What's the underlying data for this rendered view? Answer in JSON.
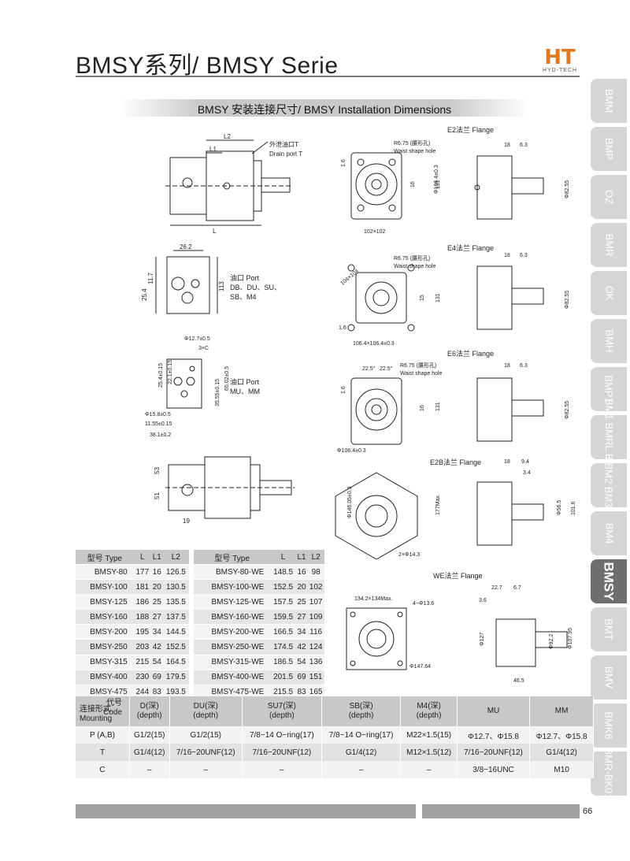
{
  "header": {
    "title": "BMSY系列/ BMSY Serie",
    "logo_text": "HT",
    "logo_sub": "HYD-TECH"
  },
  "section_title": "BMSY 安装连接尺寸/ BMSY Installation Dimensions",
  "tabs": [
    "BMM",
    "BMP",
    "OZ",
    "BMR",
    "OK",
    "BMH",
    "BMP1",
    "BM1 BMRL BYM",
    "BM2 BM3",
    "BM4",
    "BMSY",
    "BMT",
    "BMV",
    "BMK6",
    "BMR-BK01"
  ],
  "active_tab": "BMSY",
  "drawings": {
    "main_view": {
      "l2": "L2",
      "l1": "L1",
      "l": "L",
      "drain_cn": "外泄油口T",
      "drain_en": "Drain port T"
    },
    "port_view1": {
      "d1": "26.2",
      "d2": "11.7",
      "d3": "25.4",
      "d4": "113",
      "label": "油口 Port",
      "types": "DB、DU、SU、",
      "types2": "SB、M4"
    },
    "port_view2": {
      "d1": "Φ12.7±0.5",
      "d2": "3×C",
      "d3": "25.4±0.15",
      "d4": "22.1±0.15",
      "d5": "35.55±0.15",
      "d6": "65.02±0.5",
      "d7": "Φ15.8±0.5",
      "d8": "11.55±0.15",
      "d9": "38.1±0.2",
      "label": "油口 Port",
      "types": "MU、MM"
    },
    "side_view": {
      "d1": "53",
      "d2": "51",
      "d3": "19"
    },
    "e2": {
      "title": "E2法兰 Flange",
      "r": "R6.75 (腰形孔)",
      "waist": "Waist shape hole",
      "d1": "1.6",
      "d2": "16",
      "d3": "Φ106.4±0.3",
      "d4": "131",
      "d5": "102×102",
      "s1": "18",
      "s2": "6.3",
      "s3": "Φ82.55"
    },
    "e4": {
      "title": "E4法兰 Flange",
      "r": "R6.75 (腰形孔)",
      "waist": "Waist shape hole",
      "d1": "104×104",
      "d2": "15",
      "d3": "131",
      "d4": "1.6",
      "d5": "106.4×106.4±0.3",
      "s1": "18",
      "s2": "6.3",
      "s3": "Φ82.55"
    },
    "e6": {
      "title": "E6法兰 Flange",
      "r": "R6.75 (腰形孔)",
      "waist": "Waist shape hole",
      "a1": "22.5°",
      "a2": "22.5°",
      "d1": "1.6",
      "d2": "16",
      "d3": "131",
      "d4": "Φ106.4±0.3",
      "s1": "18",
      "s2": "6.3",
      "s3": "Φ82.55"
    },
    "e2b": {
      "title": "E2B法兰 Flange",
      "d1": "Φ146.05±0.3",
      "d2": "177Max.",
      "d3": "2×Φ14.3",
      "s1": "18",
      "s2": "9.4",
      "s3": "3.4",
      "s4": "Φ56.5",
      "s5": "101.6"
    },
    "we": {
      "title": "WE法兰 Flange",
      "d1": "134.2×134Max.",
      "d2": "4−Φ13.6",
      "d3": "Φ147.64",
      "s1": "22.7",
      "s2": "6.7",
      "s3": "3.6",
      "s4": "Φ127",
      "s5": "Φ92.2",
      "s6": "Φ107.95",
      "s7": "46.5"
    }
  },
  "table_left": {
    "headers": [
      "型号 Type",
      "L",
      "L1",
      "L2"
    ],
    "rows": [
      [
        "BMSY-80",
        "177",
        "16",
        "126.5"
      ],
      [
        "BMSY-100",
        "181",
        "20",
        "130.5"
      ],
      [
        "BMSY-125",
        "186",
        "25",
        "135.5"
      ],
      [
        "BMSY-160",
        "188",
        "27",
        "137.5"
      ],
      [
        "BMSY-200",
        "195",
        "34",
        "144.5"
      ],
      [
        "BMSY-250",
        "203",
        "42",
        "152.5"
      ],
      [
        "BMSY-315",
        "215",
        "54",
        "164.5"
      ],
      [
        "BMSY-400",
        "230",
        "69",
        "179.5"
      ],
      [
        "BMSY-475",
        "244",
        "83",
        "193.5"
      ]
    ]
  },
  "table_right": {
    "headers": [
      "型号 Type",
      "L",
      "L1",
      "L2"
    ],
    "rows": [
      [
        "BMSY-80-WE",
        "148.5",
        "16",
        "98"
      ],
      [
        "BMSY-100-WE",
        "152.5",
        "20",
        "102"
      ],
      [
        "BMSY-125-WE",
        "157.5",
        "25",
        "107"
      ],
      [
        "BMSY-160-WE",
        "159.5",
        "27",
        "109"
      ],
      [
        "BMSY-200-WE",
        "166.5",
        "34",
        "116"
      ],
      [
        "BMSY-250-WE",
        "174.5",
        "42",
        "124"
      ],
      [
        "BMSY-315-WE",
        "186.5",
        "54",
        "136"
      ],
      [
        "BMSY-400-WE",
        "201.5",
        "69",
        "151"
      ],
      [
        "BMSY-475-WE",
        "215.5",
        "83",
        "165"
      ]
    ]
  },
  "port_table": {
    "corner_code_cn": "代号",
    "corner_code_en": "Code",
    "corner_mount_cn": "连接形式",
    "corner_mount_en": "Mounting",
    "headers": [
      [
        "D(深)",
        "(depth)"
      ],
      [
        "DU(深)",
        "(depth)"
      ],
      [
        "SU7(深)",
        "(depth)"
      ],
      [
        "SB(深)",
        "(depth)"
      ],
      [
        "M4(深)",
        "(depth)"
      ],
      [
        "MU",
        ""
      ],
      [
        "MM",
        ""
      ]
    ],
    "rows": [
      [
        "P (A,B)",
        "G1/2(15)",
        "G1/2(15)",
        "7/8−14 O−ring(17)",
        "7/8−14 O−ring(17)",
        "M22×1.5(15)",
        "Φ12.7、Φ15.8",
        "Φ12.7、Φ15.8"
      ],
      [
        "T",
        "G1/4(12)",
        "7/16−20UNF(12)",
        "7/16−20UNF(12)",
        "G1/4(12)",
        "M12×1.5(12)",
        "7/16−20UNF(12)",
        "G1/4(12)"
      ],
      [
        "C",
        "–",
        "–",
        "–",
        "–",
        "–",
        "3/8−16UNC",
        "M10"
      ]
    ]
  },
  "page_number": "66"
}
